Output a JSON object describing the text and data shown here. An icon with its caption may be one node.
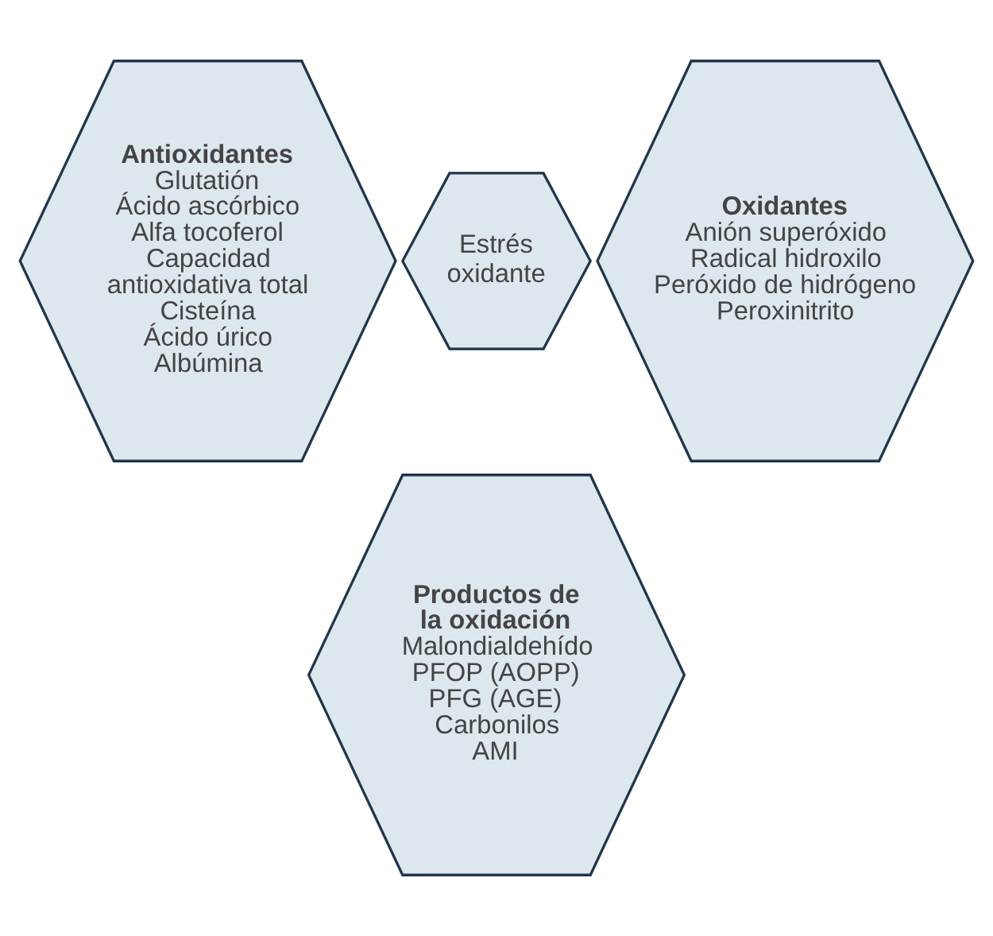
{
  "diagram": {
    "nodes": [
      {
        "text": [
          "Antioxidantes",
          "Glutatión",
          "Ácido ascórbico",
          "Alfa tocoferol",
          "Capacidad antioxidativa total",
          "Cisteína",
          "Ácido úrico",
          "Albúmina"
        ]
      },
      {
        "text": [
          "Oxidantes",
          "Anión superóxido",
          "Radical hidroxilo",
          "Peróxido de hidrógeno",
          "Peroxinitrito"
        ]
      },
      {
        "text": [
          "Estrés oxidante"
        ]
      },
      {
        "text": [
          "Productos de la oxidación",
          "Malondialdehído",
          "PFOP (AOPP)",
          "PFG (AGE)",
          "Carbonilos",
          "AMI"
        ]
      }
    ],
    "edges": []
  }
}
